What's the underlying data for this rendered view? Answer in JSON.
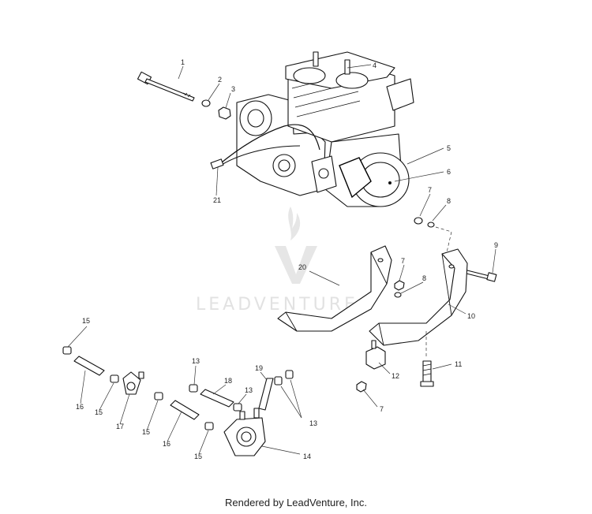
{
  "watermark": {
    "text": "LEADVENTURE"
  },
  "footer": {
    "text": "Rendered by LeadVenture, Inc."
  },
  "callouts": [
    {
      "id": "c1",
      "label": "1"
    },
    {
      "id": "c2",
      "label": "2"
    },
    {
      "id": "c3",
      "label": "3"
    },
    {
      "id": "c4",
      "label": "4"
    },
    {
      "id": "c5",
      "label": "5"
    },
    {
      "id": "c6",
      "label": "6"
    },
    {
      "id": "c7a",
      "label": "7"
    },
    {
      "id": "c8a",
      "label": "8"
    },
    {
      "id": "c9",
      "label": "9"
    },
    {
      "id": "c7b",
      "label": "7"
    },
    {
      "id": "c8b",
      "label": "8"
    },
    {
      "id": "c10",
      "label": "10"
    },
    {
      "id": "c11",
      "label": "11"
    },
    {
      "id": "c12",
      "label": "12"
    },
    {
      "id": "c7c",
      "label": "7"
    },
    {
      "id": "c20",
      "label": "20"
    },
    {
      "id": "c21",
      "label": "21"
    },
    {
      "id": "c15a",
      "label": "15"
    },
    {
      "id": "c16a",
      "label": "16"
    },
    {
      "id": "c15b",
      "label": "15"
    },
    {
      "id": "c17",
      "label": "17"
    },
    {
      "id": "c15c",
      "label": "15"
    },
    {
      "id": "c16b",
      "label": "16"
    },
    {
      "id": "c15d",
      "label": "15"
    },
    {
      "id": "c13a",
      "label": "13"
    },
    {
      "id": "c18",
      "label": "18"
    },
    {
      "id": "c13b",
      "label": "13"
    },
    {
      "id": "c19",
      "label": "19"
    },
    {
      "id": "c13c",
      "label": "13"
    },
    {
      "id": "c14",
      "label": "14"
    }
  ]
}
